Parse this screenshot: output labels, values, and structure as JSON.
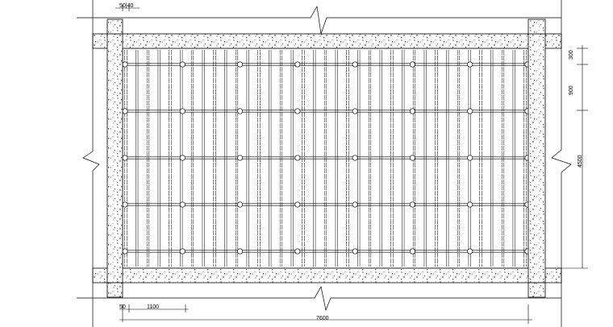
{
  "drawing": {
    "type": "formwork-plan",
    "colors": {
      "line": "#000000",
      "background": "#ffffff"
    },
    "labels": {
      "top_left_spacing": "50|40",
      "bottom_left_tick": "50",
      "bottom_joist_spacing": "1100",
      "bottom_total_length": "7600",
      "right_edge_distance": "300",
      "right_beam_spacing": "900",
      "right_total_width": "4500"
    },
    "counts": {
      "joists": 37,
      "beams": 5,
      "posts_per_beam": 8
    }
  }
}
